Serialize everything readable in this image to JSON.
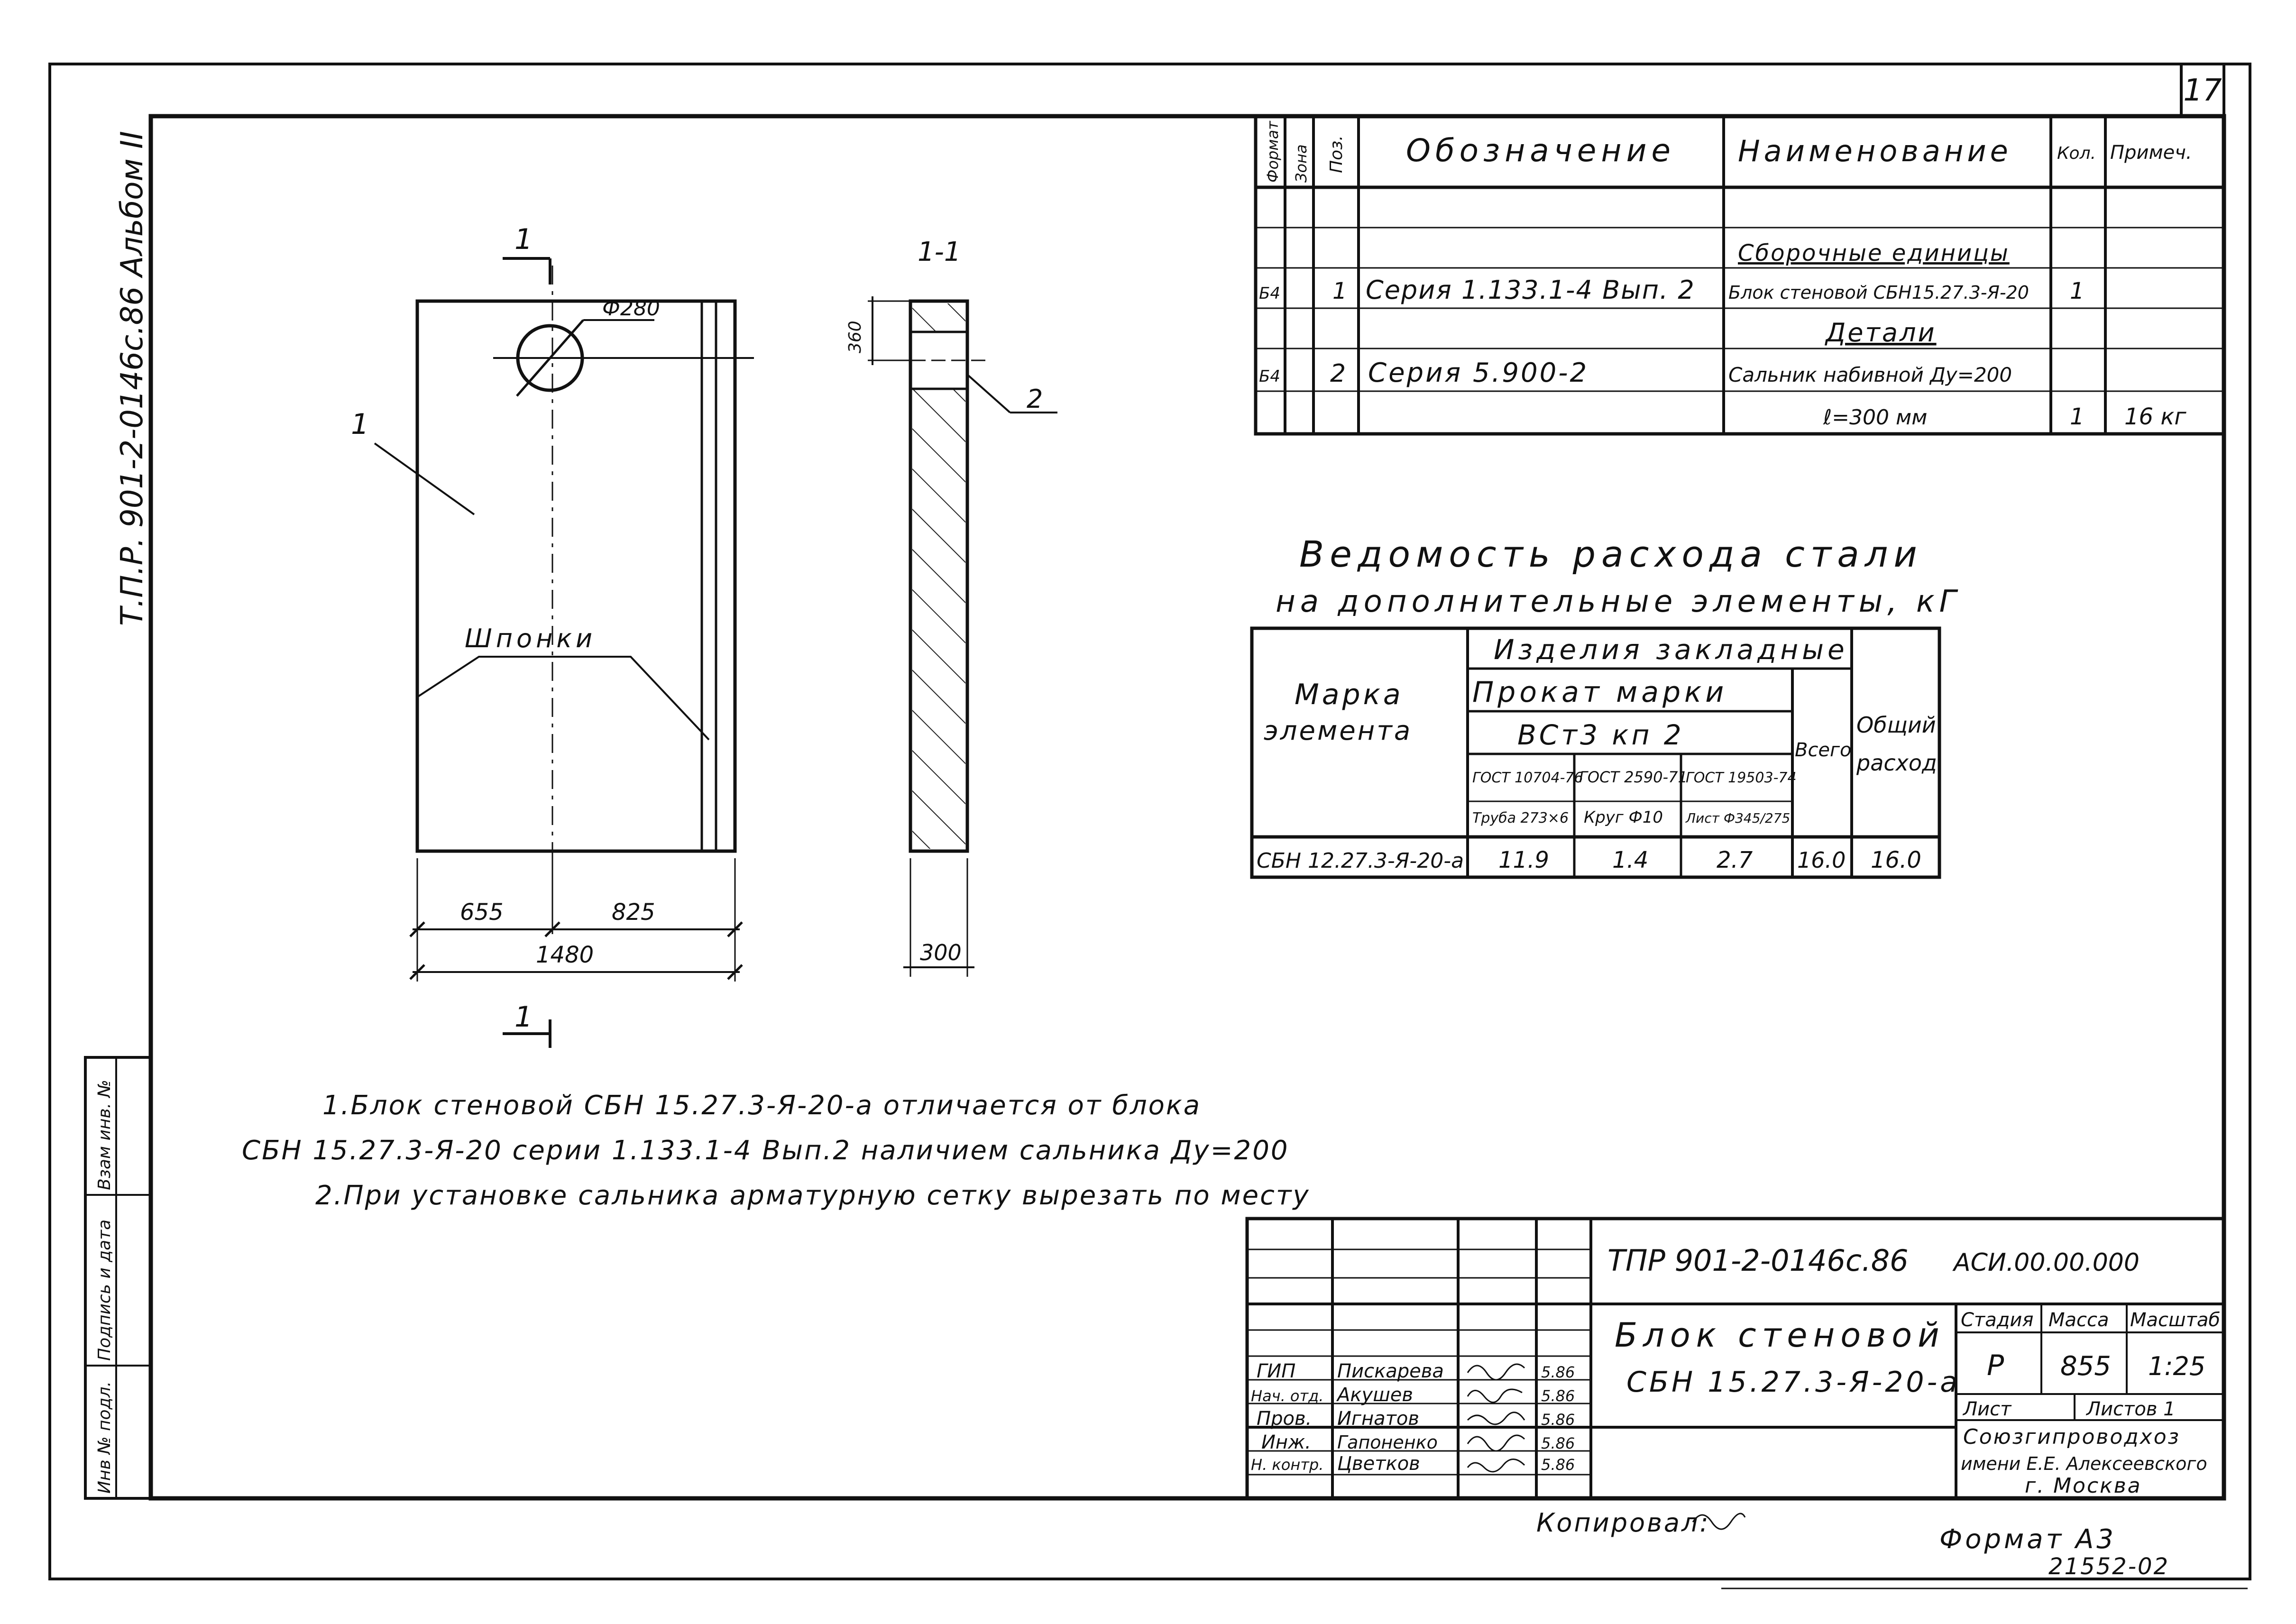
{
  "sheet_number": "17",
  "album_label": "Т.П.Р. 901-2-0146с.86 Альбом II",
  "drawing": {
    "section_mark": "1",
    "section_title": "1-1",
    "hole_dia": "Ф280",
    "callout_1": "1",
    "callout_2": "2",
    "keys_label": "Шпонки",
    "dim_655": "655",
    "dim_825": "825",
    "dim_1480": "1480",
    "dim_300": "300",
    "dim_360": "360"
  },
  "spec": {
    "headers": [
      "Формат",
      "Зона",
      "Поз.",
      "Обозначение",
      "Наименование",
      "Кол.",
      "Примеч."
    ],
    "group1": "Сборочные единицы",
    "group2": "Детали",
    "rows": [
      {
        "format": "Б4",
        "pos": "1",
        "designation": "Серия 1.133.1-4 Вып. 2",
        "name": "Блок стеновой СБН15.27.3-Я-20",
        "qty": "1",
        "note": ""
      },
      {
        "format": "Б4",
        "pos": "2",
        "designation": "Серия 5.900-2",
        "name": "Сальник набивной Ду=200",
        "qty": "",
        "note": ""
      },
      {
        "format": "",
        "pos": "",
        "designation": "",
        "name": "ℓ=300 мм",
        "qty": "1",
        "note": "16 кг"
      }
    ]
  },
  "steel": {
    "title1": "Ведомость расхода стали",
    "title2": "на дополнительные элементы, кГ",
    "h_mark": "Марка элемента",
    "h_products": "Изделия закладные",
    "h_rolled": "Прокат марки",
    "h_grade": "ВСт3 кп 2",
    "h_total": "Всего",
    "h_overall": "Общий расход",
    "cols": [
      {
        "gost": "ГОСТ 10704-76",
        "type": "Труба 273×6"
      },
      {
        "gost": "ГОСТ 2590-71",
        "type": "Круг Ф10"
      },
      {
        "gost": "ГОСТ 19503-74",
        "type": "Лист Ф345/275"
      }
    ],
    "row": {
      "mark": "СБН 12.27.3-Я-20-а",
      "v1": "11.9",
      "v2": "1.4",
      "v3": "2.7",
      "total": "16.0",
      "overall": "16.0"
    }
  },
  "notes": [
    "1.Блок стеновой СБН 15.27.3-Я-20-а отличается от блока",
    "СБН 15.27.3-Я-20 серии 1.133.1-4 Вып.2 наличием сальника Ду=200",
    "2.При установке сальника арматурную сетку вырезать по месту"
  ],
  "stamp": {
    "code": "ТПР 901-2-0146с.86",
    "code2": "АСИ.00.00.000",
    "title1": "Блок стеновой",
    "title2": "СБН 15.27.3-Я-20-а",
    "stage_h": "Стадия",
    "mass_h": "Масса",
    "scale_h": "Масштаб",
    "stage": "Р",
    "mass": "855",
    "scale": "1:25",
    "sheet_h": "Лист",
    "sheets_h": "Листов 1",
    "org1": "Союзгипроводхоз",
    "org2": "имени Е.Е. Алексеевского",
    "org3": "г. Москва",
    "people": [
      {
        "role": "ГИП",
        "name": "Пискарева",
        "date": "5.86"
      },
      {
        "role": "Нач. отд.",
        "name": "Акушев",
        "date": "5.86"
      },
      {
        "role": "Пров.",
        "name": "Игнатов",
        "date": "5.86"
      },
      {
        "role": "Инж.",
        "name": "Гапоненко",
        "date": "5.86"
      },
      {
        "role": "Н. контр.",
        "name": "Цветков",
        "date": "5.86"
      }
    ]
  },
  "left_strip": [
    "Инв № подл.",
    "Подпись и дата",
    "Взам инв. №"
  ],
  "copied": "Копировал:",
  "format": "Формат А3",
  "order": "21552-02"
}
